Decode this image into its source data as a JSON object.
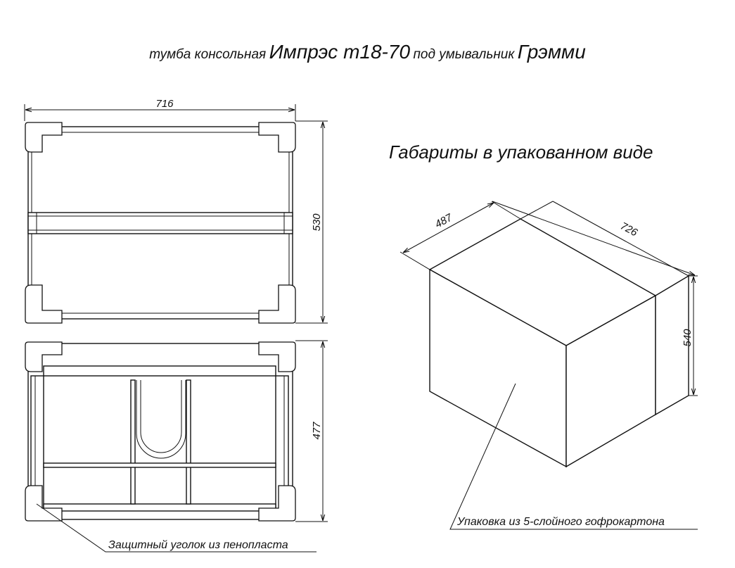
{
  "title": {
    "part1": "тумба консольная",
    "part2": "Импрэс т18-70",
    "part3": "под умывальник",
    "part4": "Грэмми"
  },
  "top_view": {
    "width_label": "716",
    "height_label": "530"
  },
  "front_view": {
    "height_label": "477",
    "callout": "Защитный уголок из пенопласта"
  },
  "package": {
    "heading": "Габариты в упакованном виде",
    "depth_label": "487",
    "width_label": "726",
    "height_label": "540",
    "callout": "Упаковка из 5-слойного гофрокартона"
  }
}
